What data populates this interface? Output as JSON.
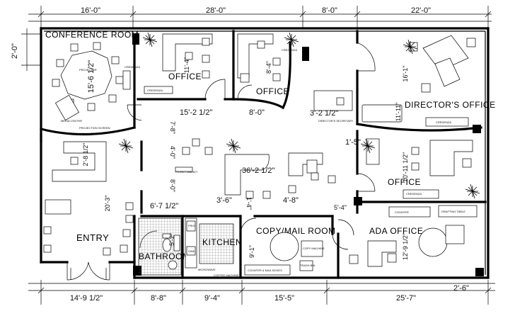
{
  "top_dims": [
    "16'-0\"",
    "28'-0\"",
    "8'-0\"",
    "22'-0\""
  ],
  "bottom_dims": [
    "14'-9 1/2\"",
    "8'-8\"",
    "9'-4\"",
    "15'-5\"",
    "25'-7\""
  ],
  "left_dim": "2'-0\"",
  "right_dim": "2'-6\"",
  "rooms": {
    "conference": "CONFERENCE ROOM",
    "office1": "OFFICE",
    "office2": "OFFICE",
    "director": "DIRECTOR'S OFFICE",
    "office3": "OFFICE",
    "entry": "ENTRY",
    "bathroom": "BATHROOM",
    "kitchen": "KITCHEN",
    "copy": "COPY/MAIL ROOM",
    "ada": "ADA OFFICE"
  },
  "interior_dims": {
    "conf_w": "15'-6 1/2\"",
    "office1_h": "11'-4\"",
    "office2_h": "8'-4\"",
    "director_h": "16'-1\"",
    "director_w2": "11'-11\"",
    "corr1": "15'-2 1/2\"",
    "corr2": "8'-0\"",
    "corr3": "3'-2 1/2\"",
    "d_7_8": "7'-8\"",
    "d_4_0": "4'-0\"",
    "d_8_0": "8'-0\"",
    "d_36": "36'-2 1/2\"",
    "d_1_5": "1'-5\"",
    "office3_h": "10'-11 1/2\"",
    "d_2_8": "2'-8 1/2\"",
    "d_20_3": "20'-3\"",
    "d_6_7": "6'-7 1/2\"",
    "d_3_6": "3'-6\"",
    "d_1_4": "1'-4\"",
    "d_4_8": "4'-8\"",
    "d_5_4": "5'-4\"",
    "d_5_2": "5'-2\"",
    "d_9_1": "9'-1\"",
    "d_12_9": "12'-9 1/2\""
  },
  "notes": {
    "projector": "PROJECTOR",
    "credenza_conf": "CREDENZA",
    "media_center": "MEDIA CENTER",
    "projection_screen": "PROJECTION SCREEN",
    "credenza_off1": "CREDENZA",
    "credenza_off2": "CREDENZA",
    "directors_secretary": "DIRECTOR'S SECRETARY",
    "credenza_dir": "CREDENZA",
    "credenza_off3": "CREDENZA",
    "filing_cabinet": "FILING CABINET",
    "counter": "COUNTER",
    "drafting_table": "DRAFTING TABLE",
    "copy_machine": "COPY MACHINE",
    "counter_mail": "COUNTER & MAIL BOXES",
    "trash_bin": "TRASH BIN",
    "microwave": "MICROWAVE",
    "coffee_machine": "COFFEE MACHINE",
    "frig": "FRIG",
    "sink": "SINK"
  }
}
